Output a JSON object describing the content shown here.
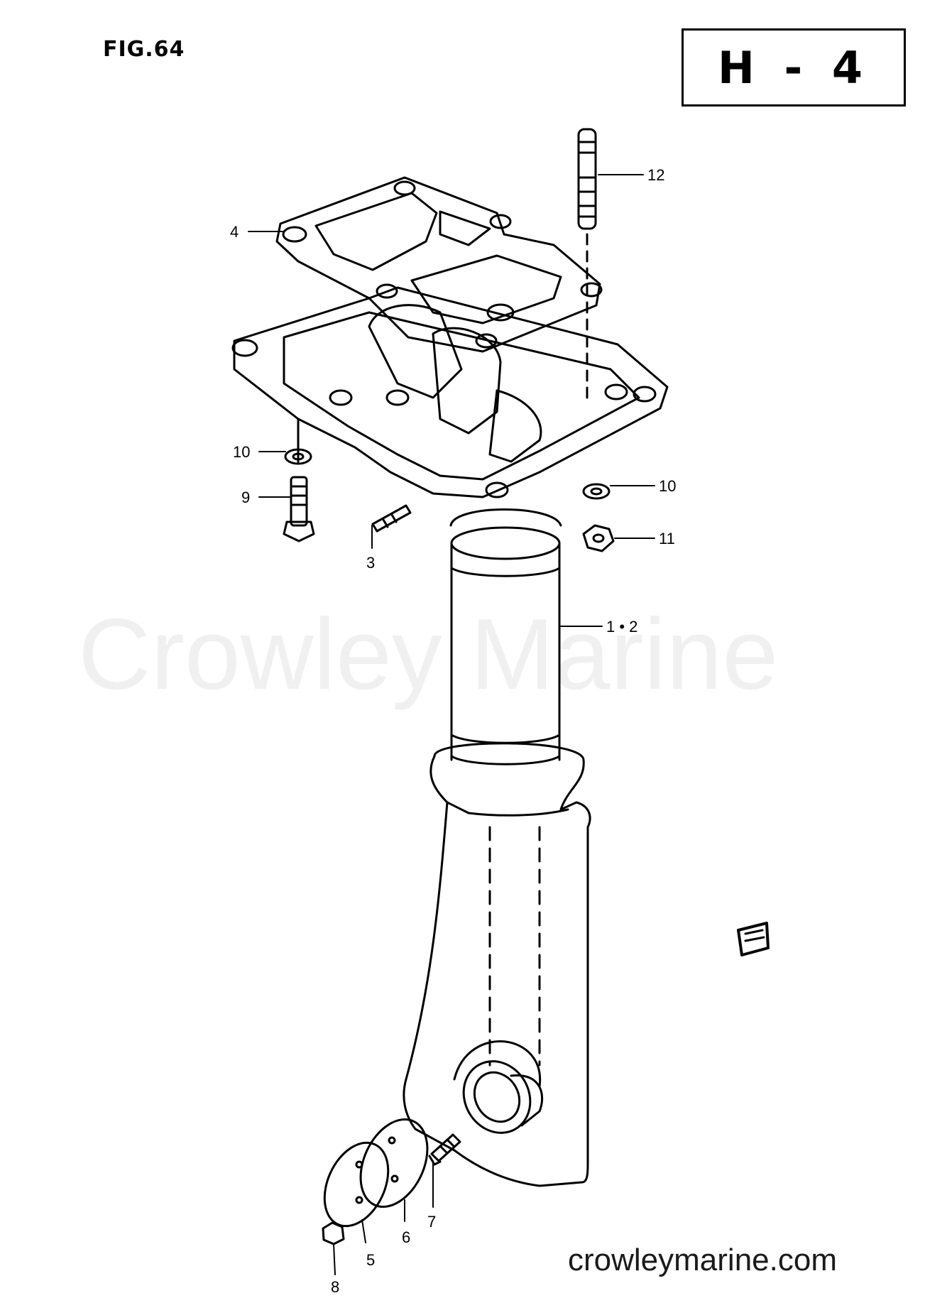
{
  "figure": {
    "label": "FIG.64"
  },
  "section": {
    "code": "H - 4"
  },
  "watermark": {
    "text": "Crowley Marine"
  },
  "footer": {
    "url": "crowleymarine.com"
  },
  "callouts": {
    "c12": "12",
    "c4": "4",
    "c10a": "10",
    "c9": "9",
    "c3": "3",
    "c10b": "10",
    "c11": "11",
    "c12b": "1 • 2",
    "c7": "7",
    "c6": "6",
    "c5": "5",
    "c8": "8"
  },
  "parts": [
    {
      "ref": "1 • 2",
      "depicts": "drive-shaft-housing"
    },
    {
      "ref": "3",
      "depicts": "stud"
    },
    {
      "ref": "4",
      "depicts": "gasket"
    },
    {
      "ref": "5",
      "depicts": "cover-plate"
    },
    {
      "ref": "6",
      "depicts": "gasket-plate"
    },
    {
      "ref": "7",
      "depicts": "screw"
    },
    {
      "ref": "8",
      "depicts": "nut"
    },
    {
      "ref": "9",
      "depicts": "bolt"
    },
    {
      "ref": "10",
      "depicts": "washer"
    },
    {
      "ref": "11",
      "depicts": "nut"
    },
    {
      "ref": "12",
      "depicts": "stud"
    }
  ],
  "colors": {
    "ink": "#000000",
    "paper": "#ffffff",
    "watermark": "#f0f0f0"
  }
}
